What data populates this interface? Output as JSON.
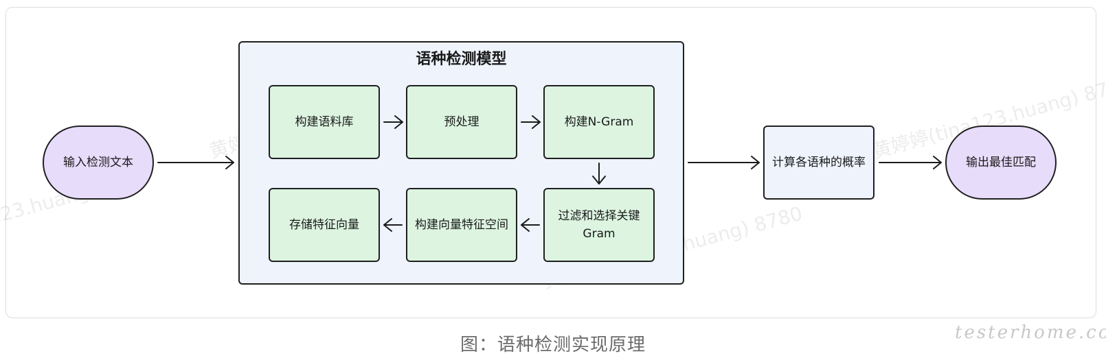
{
  "watermark_text": "黄婷婷(tina123.huang) 8780",
  "group": {
    "title": "语种检测模型"
  },
  "nodes": {
    "input": "输入检测文本",
    "corpus": "构建语料库",
    "preprocess": "预处理",
    "ngram": "构建N-Gram",
    "filter": "过滤和选择关键Gram",
    "vector_space": "构建向量特征空间",
    "store": "存储特征向量",
    "calc": "计算各语种的概率",
    "output": "输出最佳匹配"
  },
  "caption": "图：语种检测实现原理",
  "brand": "testerhome.com"
}
